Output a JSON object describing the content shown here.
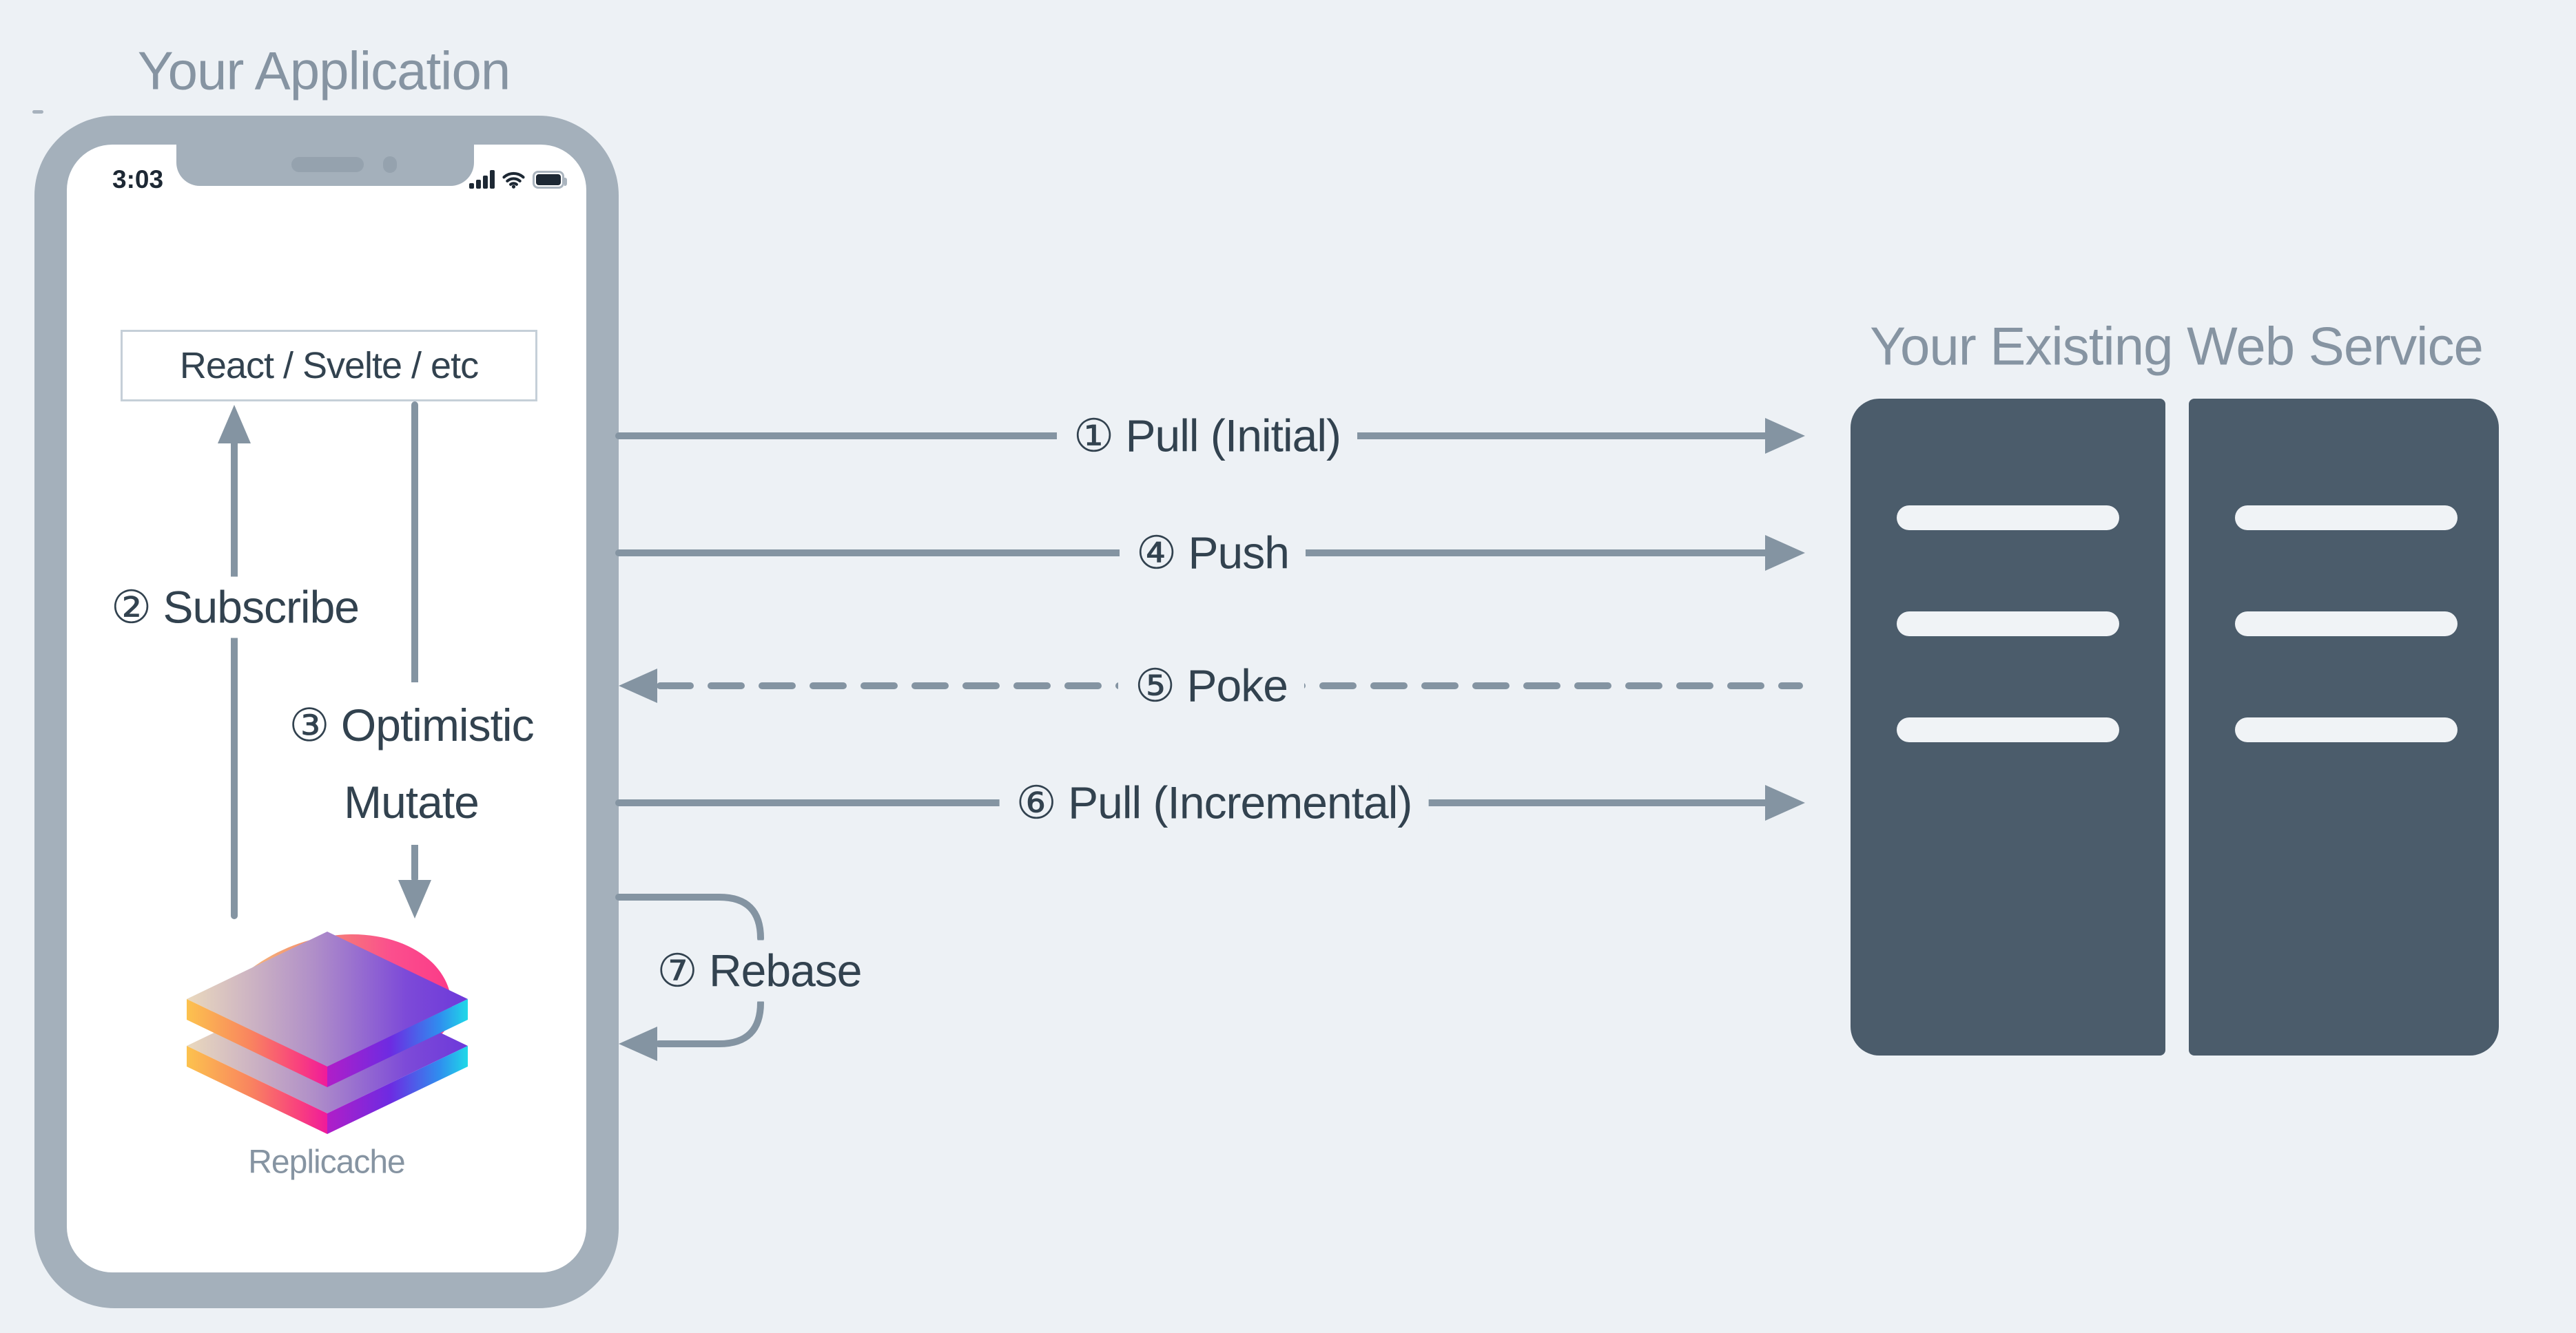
{
  "left_panel": {
    "title": "Your Application",
    "phone": {
      "status_time": "3:03",
      "framework_box_label": "React / Svelte / etc",
      "subscribe_label": "② Subscribe",
      "optimistic_label_line1": "③ Optimistic",
      "optimistic_label_line2": "Mutate",
      "logo_caption": "Replicache",
      "status_icons": [
        "cellular-signal-icon",
        "wifi-icon",
        "battery-icon"
      ]
    }
  },
  "flows": [
    {
      "id": "pull-initial",
      "label": "① Pull (Initial)",
      "style": "solid",
      "direction": "to-server"
    },
    {
      "id": "push",
      "label": "④ Push",
      "style": "solid",
      "direction": "to-server"
    },
    {
      "id": "poke",
      "label": "⑤ Poke",
      "style": "dashed",
      "direction": "to-app"
    },
    {
      "id": "pull-incremental",
      "label": "⑥ Pull (Incremental)",
      "style": "solid",
      "direction": "to-server"
    },
    {
      "id": "rebase",
      "label": "⑦ Rebase",
      "style": "loop",
      "direction": "to-app"
    }
  ],
  "right_panel": {
    "title": "Your Existing Web Service",
    "server_count": 2
  },
  "colors": {
    "background": "#edf1f5",
    "phone_frame": "#a4b0bb",
    "muted_title": "#8694a2",
    "arrow_line": "#8494a2",
    "dark_text": "#32424f",
    "server_body": "#4b5c6b",
    "server_slot": "#f0f3f6",
    "status_text": "#1d2834"
  }
}
